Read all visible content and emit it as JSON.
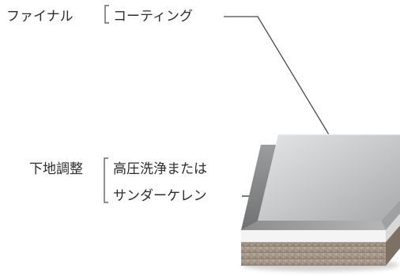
{
  "final": {
    "label": "ファイナル",
    "item": "コーティング"
  },
  "base": {
    "label": "下地調整",
    "item_line1": "高圧洗浄または",
    "item_line2": "サンダーケレン"
  },
  "colors": {
    "text": "#2d2d2d",
    "bracket": "#6b6b6b",
    "leader": "#4a4a4a",
    "coating_top": "#c9cbcd",
    "coating_side": "#8e9092",
    "base_left_side": "#7f8183",
    "white_layer": "#f4f4f4",
    "concrete": "#a49486"
  }
}
